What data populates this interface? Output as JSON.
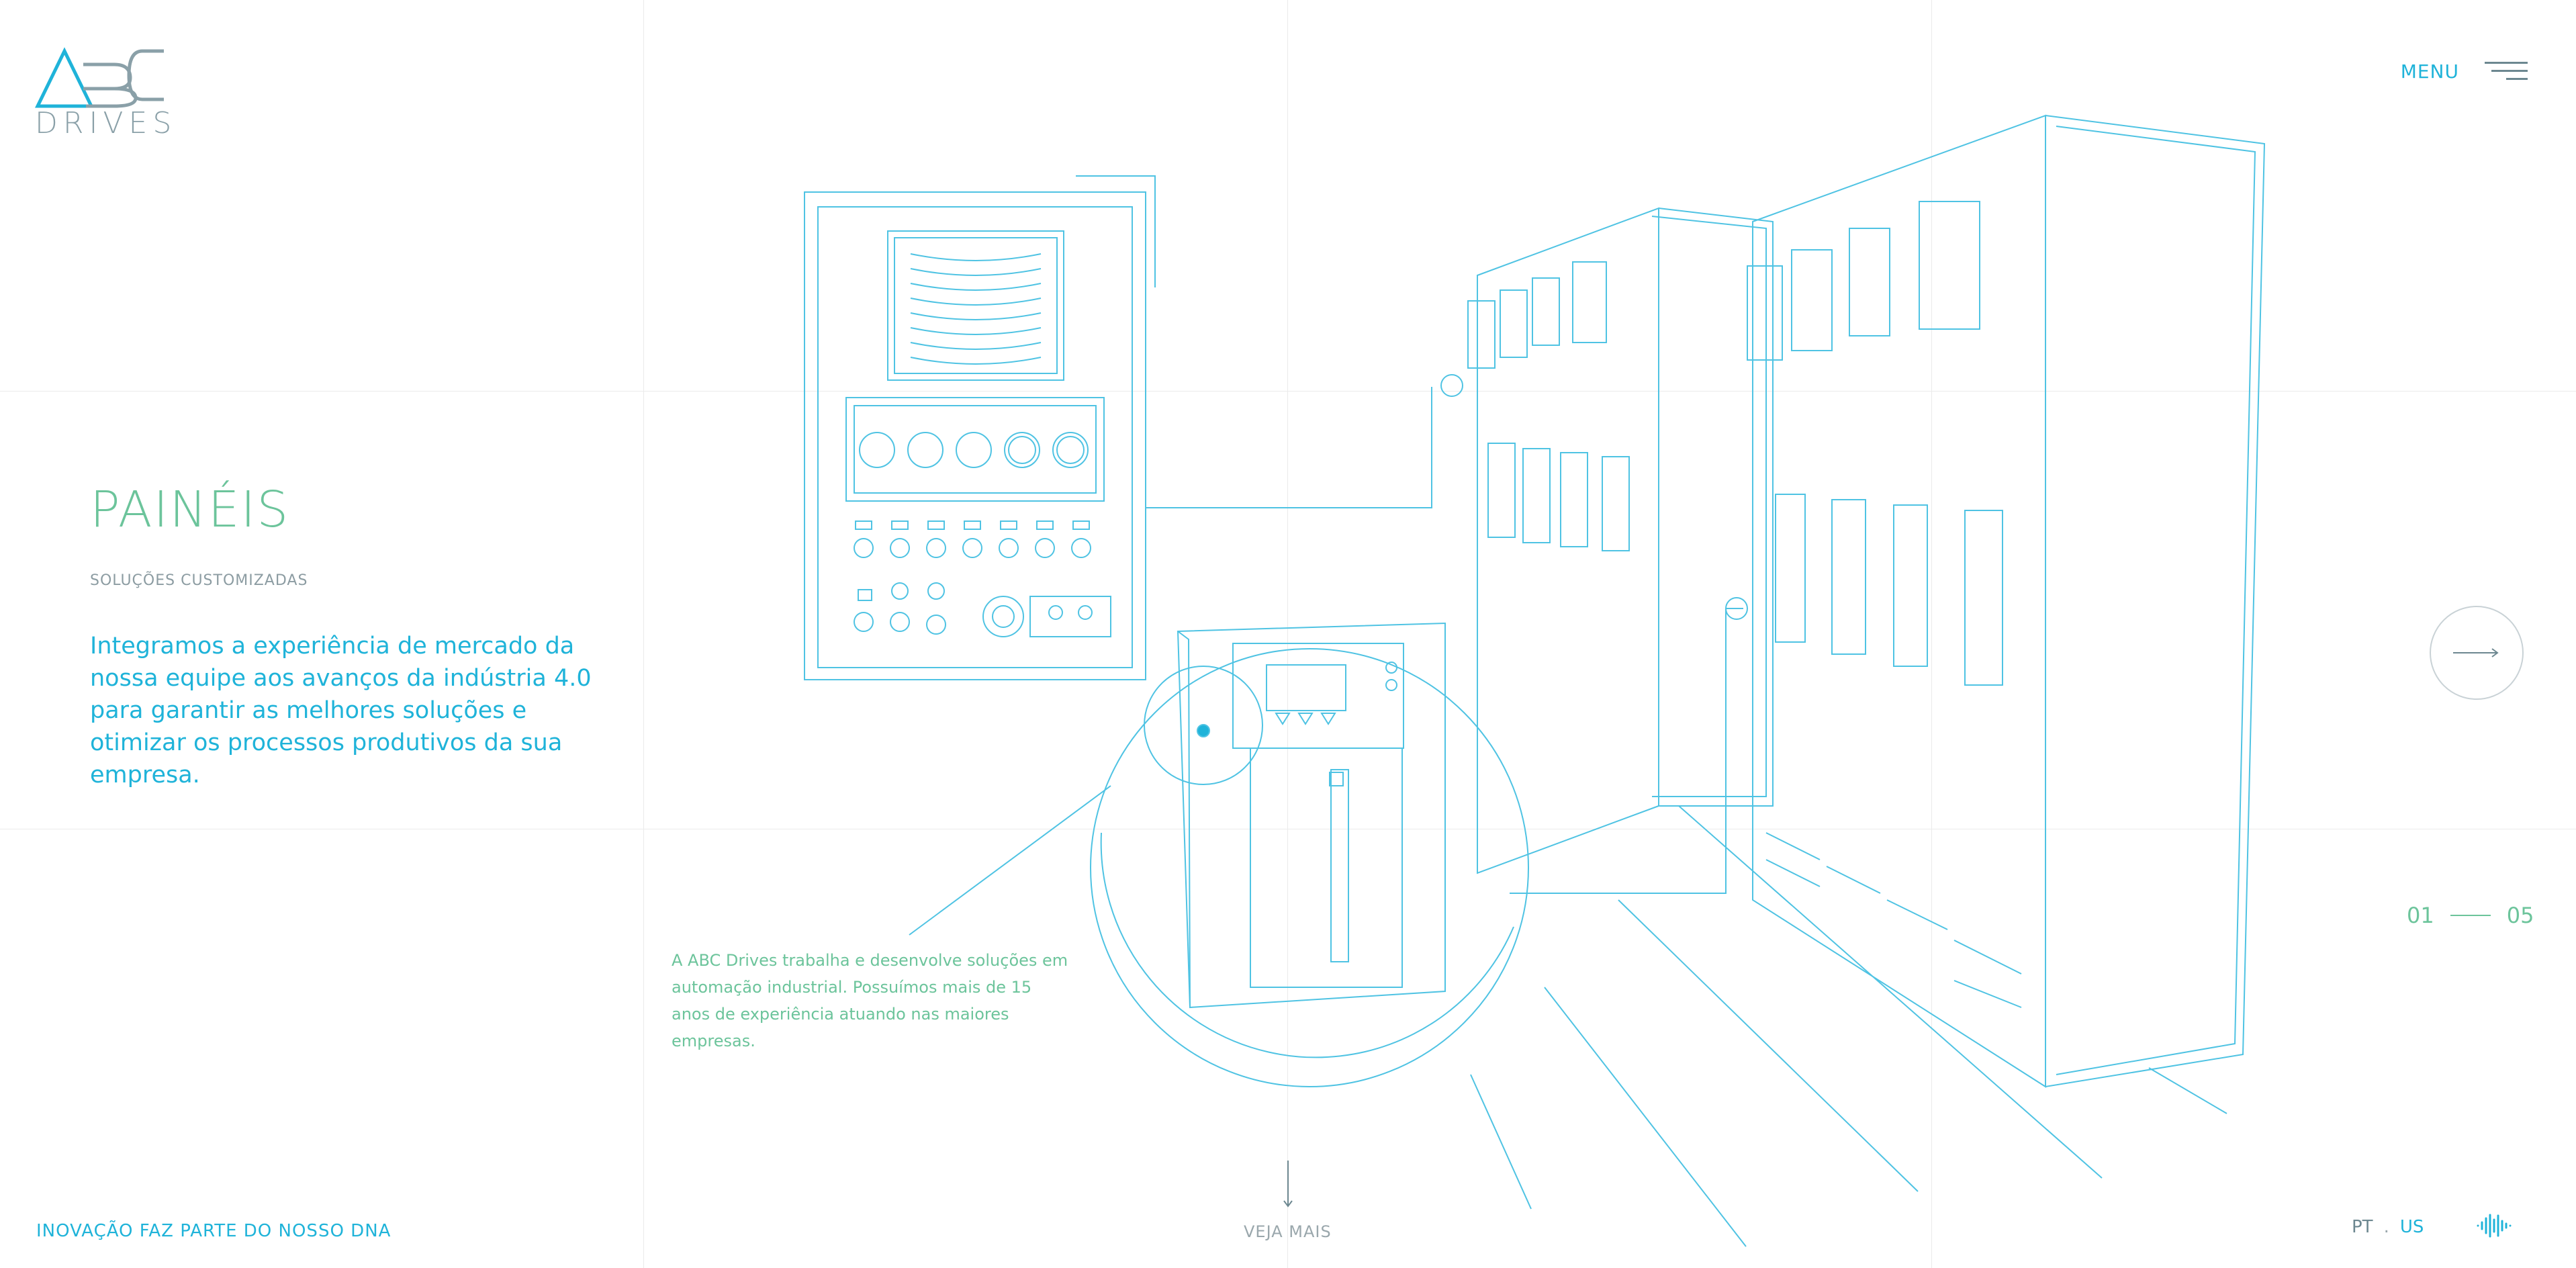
{
  "brand": {
    "logo_text": "DRIVES",
    "color_primary": "#1fb3d9",
    "color_secondary": "#6cc49b"
  },
  "menu": {
    "label": "MENU",
    "icon": "hamburger-icon"
  },
  "hero": {
    "title": "PAINÉIS",
    "subtitle": "SOLUÇÕES CUSTOMIZADAS",
    "description": "Integramos a experiência de mercado da nossa equipe aos avanços da indústria 4.0 para garantir as melhores soluções e otimizar os processos produtivos da sua empresa."
  },
  "about": {
    "text": "A ABC Drives trabalha e desenvolve soluções em automação industrial. Possuímos mais de 15 anos de experiência atuando nas maiores empresas."
  },
  "pager": {
    "current": "01",
    "total": "05"
  },
  "footer": {
    "tagline": "INOVAÇÃO FAZ PARTE DO NOSSO DNA",
    "see_more": "VEJA MAIS",
    "lang_pt": "PT",
    "lang_separator": ".",
    "lang_us": "US"
  }
}
